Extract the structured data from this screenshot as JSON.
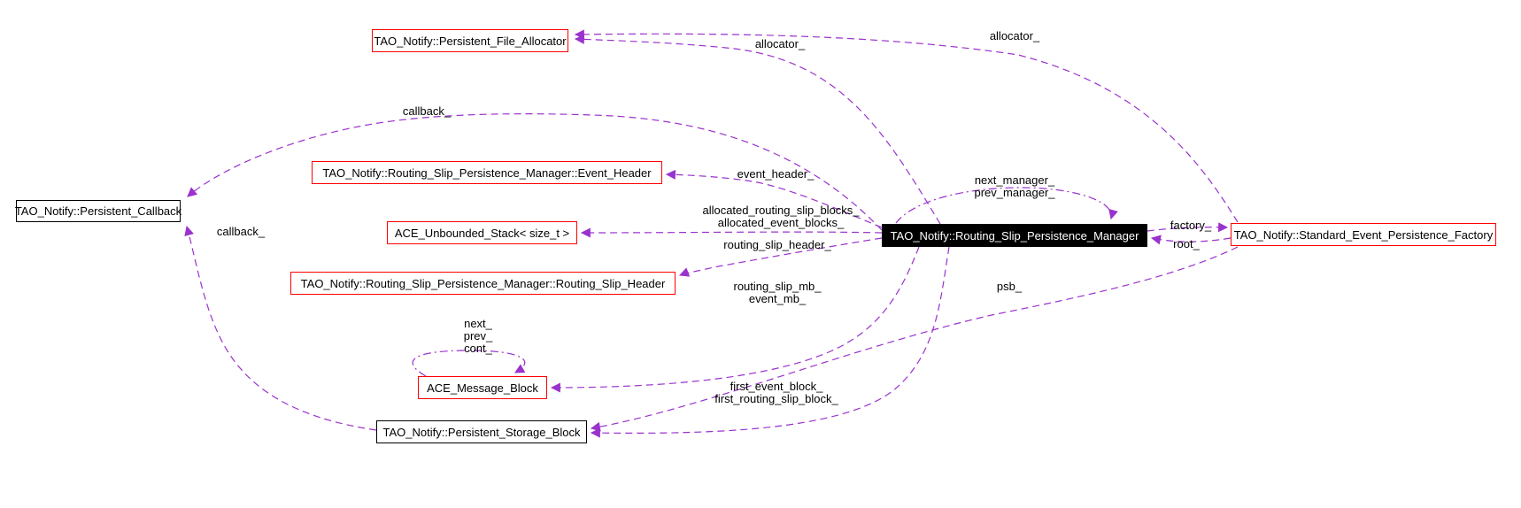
{
  "diagram": {
    "kind": "collaboration-diagram",
    "colors": {
      "background": "#ffffff",
      "arrow": "#9a32cd",
      "node_border_red": "#ff0000",
      "node_border_black": "#000000",
      "highlight_node_bg": "#000000",
      "highlight_node_text": "#ffffff",
      "label_text": "#000000"
    },
    "nodes": [
      {
        "id": "persistent-file-allocator",
        "label": "TAO_Notify::Persistent_File_Allocator",
        "style": "red"
      },
      {
        "id": "persistent-callback",
        "label": "TAO_Notify::Persistent_Callback",
        "style": "black"
      },
      {
        "id": "event-header",
        "label": "TAO_Notify::Routing_Slip_Persistence_Manager::Event_Header",
        "style": "red"
      },
      {
        "id": "unbounded-stack",
        "label": "ACE_Unbounded_Stack< size_t >",
        "style": "red"
      },
      {
        "id": "routing-slip-header",
        "label": "TAO_Notify::Routing_Slip_Persistence_Manager::Routing_Slip_Header",
        "style": "red"
      },
      {
        "id": "ace-message-block",
        "label": "ACE_Message_Block",
        "style": "red"
      },
      {
        "id": "persistent-storage-block",
        "label": "TAO_Notify::Persistent_Storage_Block",
        "style": "black"
      },
      {
        "id": "routing-slip-persistence-manager",
        "label": "TAO_Notify::Routing_Slip_Persistence_Manager",
        "style": "filled"
      },
      {
        "id": "standard-event-persistence-factory",
        "label": "TAO_Notify::Standard_Event_Persistence_Factory",
        "style": "red"
      }
    ],
    "edge_labels": [
      {
        "id": "allocator-from-manager",
        "text": "allocator_"
      },
      {
        "id": "allocator-from-factory",
        "text": "allocator_"
      },
      {
        "id": "callback-from-manager",
        "text": "callback_"
      },
      {
        "id": "event-header-member",
        "text": "event_header_"
      },
      {
        "id": "manager-self-loop",
        "text": "next_manager_\nprev_manager_"
      },
      {
        "id": "allocated-blocks",
        "text": "allocated_routing_slip_blocks_\nallocated_event_blocks_"
      },
      {
        "id": "routing-slip-header-member",
        "text": "routing_slip_header_"
      },
      {
        "id": "factory-member",
        "text": "factory_"
      },
      {
        "id": "root-member",
        "text": "root_"
      },
      {
        "id": "message-block-members",
        "text": "routing_slip_mb_\nevent_mb_"
      },
      {
        "id": "psb-member",
        "text": "psb_"
      },
      {
        "id": "message-block-self-loop",
        "text": "next_\nprev_\ncont_"
      },
      {
        "id": "first-blocks",
        "text": "first_event_block_\nfirst_routing_slip_block_"
      },
      {
        "id": "callback-from-storage",
        "text": "callback_"
      }
    ]
  }
}
